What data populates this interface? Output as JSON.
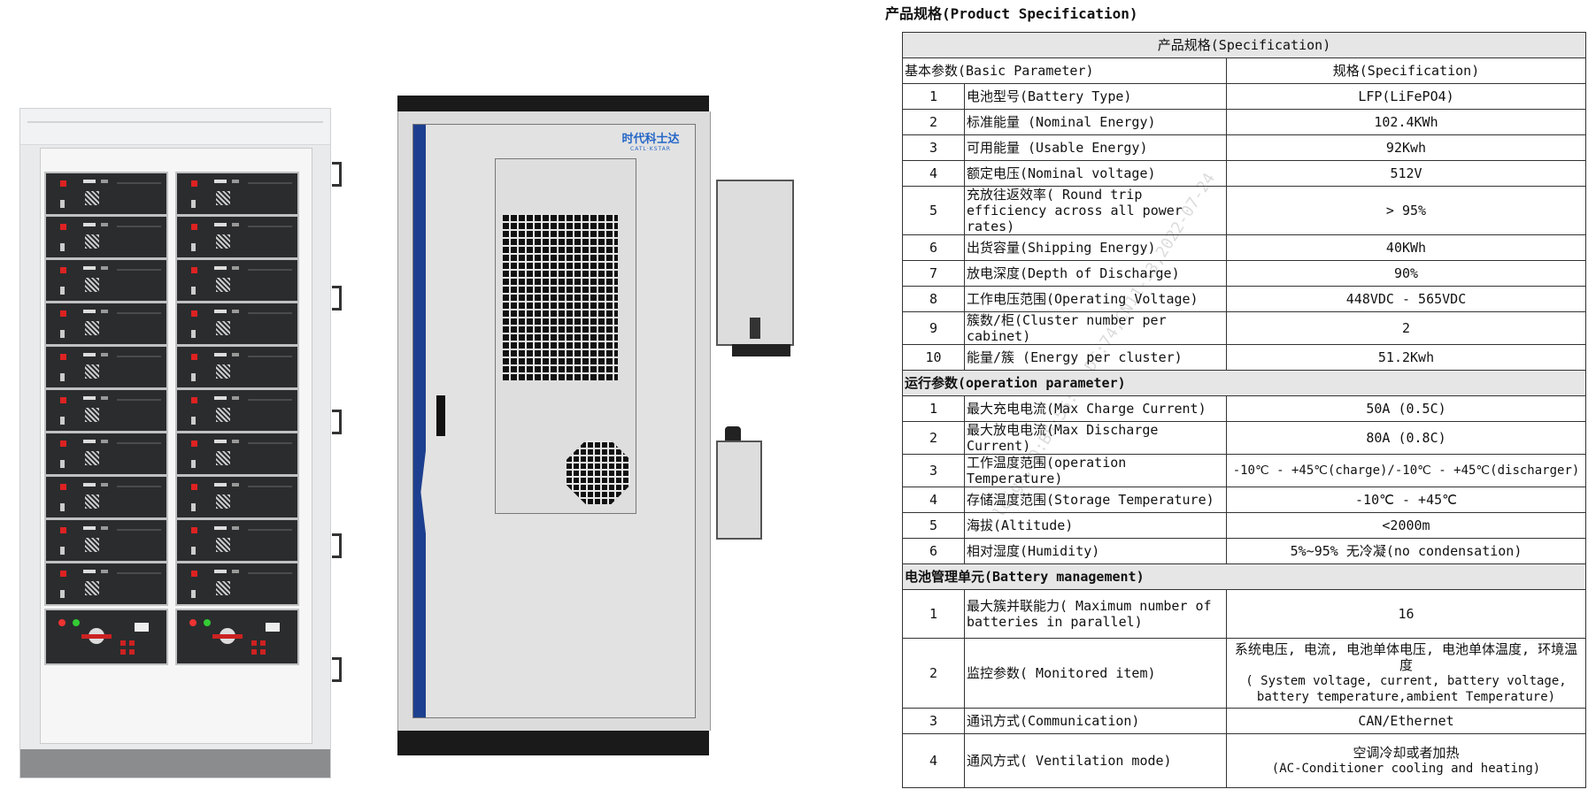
{
  "logo": {
    "cn": "时代科士达",
    "en": "CATL·KSTAR"
  },
  "watermark": "leigx,80:B5:55:DD:DC:74,CN11-13,2022-07-24",
  "spec": {
    "title": "产品规格(Product Specification)",
    "header": "产品规格(Specification)",
    "basic": {
      "label": "基本参数(Basic Parameter)",
      "col_label": "规格(Specification)",
      "rows": [
        {
          "no": "1",
          "name": "电池型号(Battery Type)",
          "value": "LFP(LiFePO4)"
        },
        {
          "no": "2",
          "name": "标准能量 (Nominal Energy)",
          "value": "102.4KWh"
        },
        {
          "no": "3",
          "name": "可用能量 (Usable Energy)",
          "value": "92Kwh"
        },
        {
          "no": "4",
          "name": "额定电压(Nominal voltage)",
          "value": "512V"
        },
        {
          "no": "5",
          "name": "充放往返效率( Round trip efficiency across all power rates)",
          "value": "> 95%"
        },
        {
          "no": "6",
          "name": "出货容量(Shipping Energy)",
          "value": "40KWh"
        },
        {
          "no": "7",
          "name": "放电深度(Depth of Discharge)",
          "value": "90%"
        },
        {
          "no": "8",
          "name": "工作电压范围(Operating Voltage)",
          "value": "448VDC - 565VDC"
        },
        {
          "no": "9",
          "name": "簇数/柜(Cluster number per cabinet)",
          "value": "2"
        },
        {
          "no": "10",
          "name": "能量/簇 (Energy per cluster)",
          "value": "51.2Kwh"
        }
      ]
    },
    "operation": {
      "label": "运行参数(operation parameter)",
      "rows": [
        {
          "no": "1",
          "name": "最大充电电流(Max Charge Current)",
          "value": "50A (0.5C)"
        },
        {
          "no": "2",
          "name": "最大放电电流(Max Discharge Current)",
          "value": "80A (0.8C)"
        },
        {
          "no": "3",
          "name": "工作温度范围(operation Temperature)",
          "value": "-10℃ - +45℃(charge)/-10℃ - +45℃(discharger)"
        },
        {
          "no": "4",
          "name": "存储温度范围(Storage Temperature)",
          "value": "-10℃ - +45℃"
        },
        {
          "no": "5",
          "name": "海拔(Altitude)",
          "value": "<2000m"
        },
        {
          "no": "6",
          "name": "相对湿度(Humidity)",
          "value": "5%~95% 无冷凝(no condensation)"
        }
      ]
    },
    "bms": {
      "label": "电池管理单元(Battery management)",
      "rows": [
        {
          "no": "1",
          "name": "最大簇并联能力( Maximum number of batteries in parallel)",
          "value": "16"
        },
        {
          "no": "2",
          "name": "监控参数( Monitored item)",
          "value_cn": "系统电压, 电流, 电池单体电压, 电池单体温度, 环境温度",
          "value_en": "( System voltage, current, battery voltage, battery temperature,ambient Temperature)"
        },
        {
          "no": "3",
          "name": "通讯方式(Communication)",
          "value": "CAN/Ethernet"
        },
        {
          "no": "4",
          "name": "通风方式( Ventilation mode)",
          "value_cn": "空调冷却或者加热",
          "value_en": "(AC-Conditioner cooling and heating)"
        }
      ]
    }
  }
}
